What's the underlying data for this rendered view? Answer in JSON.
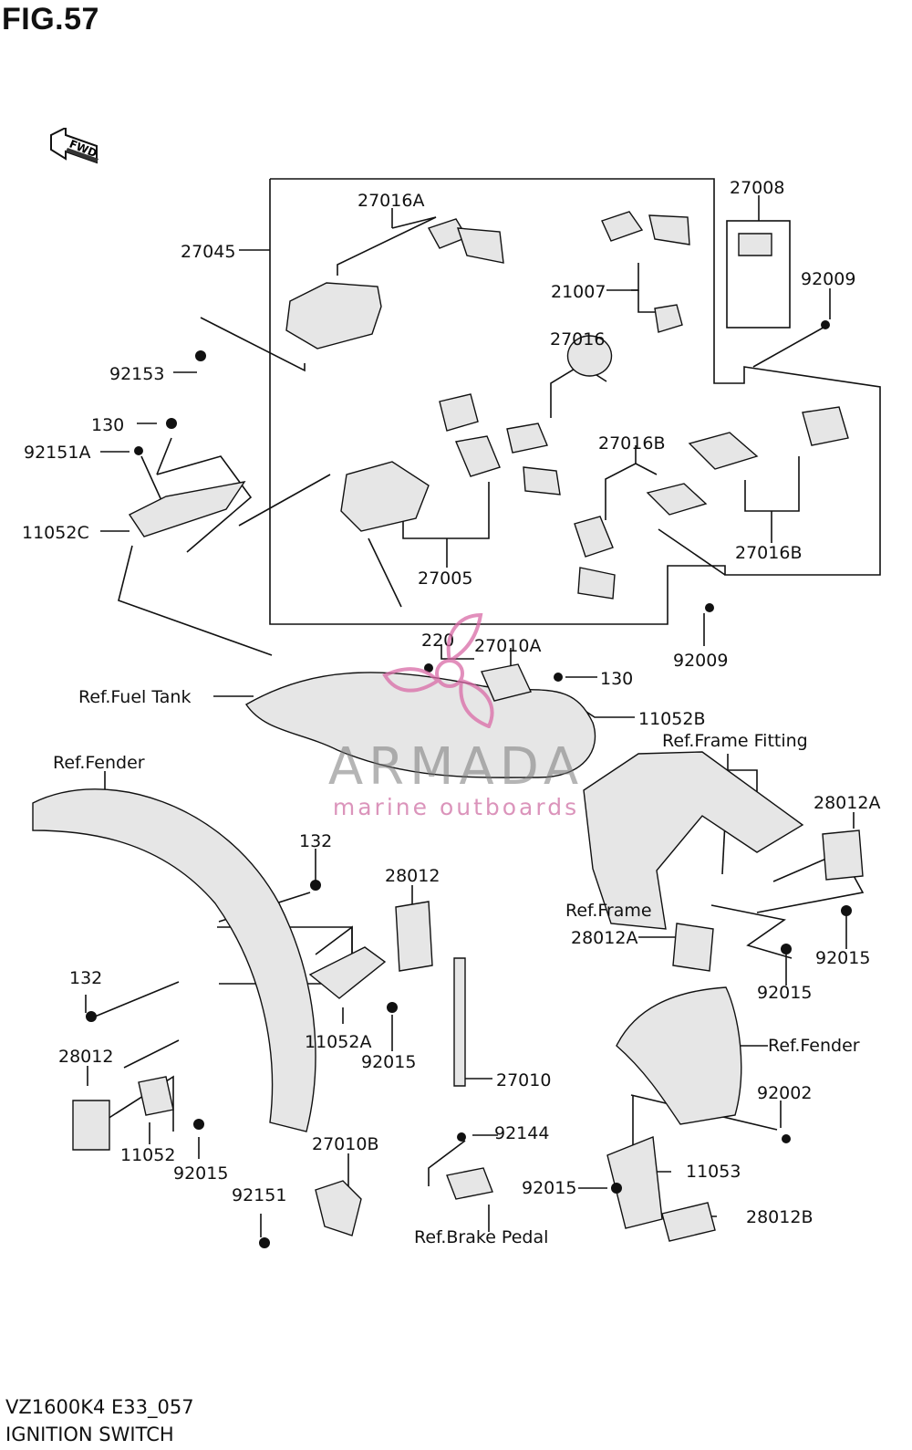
{
  "header": {
    "figure": "FIG.57"
  },
  "fwd_badge": {
    "label": "FWD"
  },
  "footer": {
    "model_code": "VZ1600K4 E33_057",
    "section": "IGNITION SWITCH"
  },
  "watermark": {
    "brand": "ARMADA",
    "tagline": "marine outboards",
    "colors": {
      "logo": "#d96aa6",
      "text": "#7a7a7a"
    }
  },
  "labels": [
    {
      "id": "27016A-top",
      "text": "27016A"
    },
    {
      "id": "27008",
      "text": "27008"
    },
    {
      "id": "27045",
      "text": "27045"
    },
    {
      "id": "92009-top",
      "text": "92009"
    },
    {
      "id": "21007",
      "text": "21007"
    },
    {
      "id": "92153",
      "text": "92153"
    },
    {
      "id": "27016",
      "text": "27016"
    },
    {
      "id": "130-top",
      "text": "130"
    },
    {
      "id": "92151A",
      "text": "92151A"
    },
    {
      "id": "27016B-mid",
      "text": "27016B"
    },
    {
      "id": "11052C",
      "text": "11052C"
    },
    {
      "id": "27016B-right",
      "text": "27016B"
    },
    {
      "id": "27005",
      "text": "27005"
    },
    {
      "id": "220",
      "text": "220"
    },
    {
      "id": "27010A",
      "text": "27010A"
    },
    {
      "id": "92009-mid",
      "text": "92009"
    },
    {
      "id": "130-mid",
      "text": "130"
    },
    {
      "id": "ref-fuel-tank",
      "text": "Ref.Fuel Tank"
    },
    {
      "id": "11052B",
      "text": "11052B"
    },
    {
      "id": "ref-frame-fitting",
      "text": "Ref.Frame Fitting"
    },
    {
      "id": "ref-fender-left",
      "text": "Ref.Fender"
    },
    {
      "id": "28012A-right",
      "text": "28012A"
    },
    {
      "id": "132-top",
      "text": "132"
    },
    {
      "id": "28012-mid",
      "text": "28012"
    },
    {
      "id": "ref-frame",
      "text": "Ref.Frame"
    },
    {
      "id": "28012A-mid",
      "text": "28012A"
    },
    {
      "id": "92015-right",
      "text": "92015"
    },
    {
      "id": "132-left",
      "text": "132"
    },
    {
      "id": "92015-midright",
      "text": "92015"
    },
    {
      "id": "11052A",
      "text": "11052A"
    },
    {
      "id": "ref-fender-right",
      "text": "Ref.Fender"
    },
    {
      "id": "92015-mid",
      "text": "92015"
    },
    {
      "id": "28012-left",
      "text": "28012"
    },
    {
      "id": "27010",
      "text": "27010"
    },
    {
      "id": "92002",
      "text": "92002"
    },
    {
      "id": "92144",
      "text": "92144"
    },
    {
      "id": "11052",
      "text": "11052"
    },
    {
      "id": "92015-left",
      "text": "92015"
    },
    {
      "id": "27010B",
      "text": "27010B"
    },
    {
      "id": "11053",
      "text": "11053"
    },
    {
      "id": "92151",
      "text": "92151"
    },
    {
      "id": "92015-bottom",
      "text": "92015"
    },
    {
      "id": "28012B",
      "text": "28012B"
    },
    {
      "id": "ref-brake-pedal",
      "text": "Ref.Brake Pedal"
    }
  ]
}
